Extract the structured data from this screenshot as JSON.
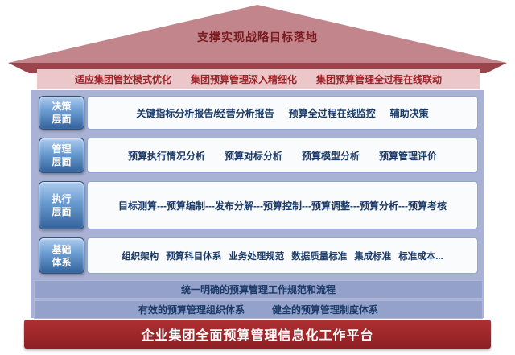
{
  "roof": {
    "title": "支撑实现战略目标落地"
  },
  "subtitle_bar": {
    "items": [
      "适应集团管控模式优化",
      "集团预算管理深入精细化",
      "集团预算管理全过程在线联动"
    ]
  },
  "layers": [
    {
      "label": "决策层面",
      "label_lines": [
        "决策",
        "层面"
      ],
      "items": [
        "关键指标分析报告/经营分析报告",
        "预算全过程在线监控",
        "辅助决策"
      ]
    },
    {
      "label": "管理层面",
      "label_lines": [
        "管理",
        "层面"
      ],
      "items": [
        "预算执行情况分析",
        "预算对标分析",
        "预算模型分析",
        "预算管理评价"
      ]
    },
    {
      "label": "执行层面",
      "label_lines": [
        "执行",
        "层面"
      ],
      "items": [
        "目标测算---预算编制---发布分解---预算控制---预算调整---预算分析---预算考核"
      ]
    },
    {
      "label": "基础体系",
      "label_lines": [
        "基础",
        "体系"
      ],
      "items": [
        "组织架构",
        "预算科目体系",
        "业务处理规范",
        "数据质量标准",
        "集成标准",
        "标准成本..."
      ]
    }
  ],
  "foundation_bars": [
    {
      "items": [
        "统一明确的预算管理工作规范和流程"
      ]
    },
    {
      "items": [
        "有效的预算管理组织体系",
        "健全的预算管理制度体系"
      ]
    }
  ],
  "base": {
    "title": "企业集团全面预算管理信息化工作平台"
  },
  "colors": {
    "roof_fill": "#c2858c",
    "roof_underside": "#9a454c",
    "subtitle_bg": "#ecc7ca",
    "panel_bg": "#a9b2d4",
    "label_box_blue": "#34629b",
    "row_text_navy": "#1a3a68",
    "foundation_bar_bg": "#93a1cb",
    "base_bar_red": "#9c2629"
  }
}
